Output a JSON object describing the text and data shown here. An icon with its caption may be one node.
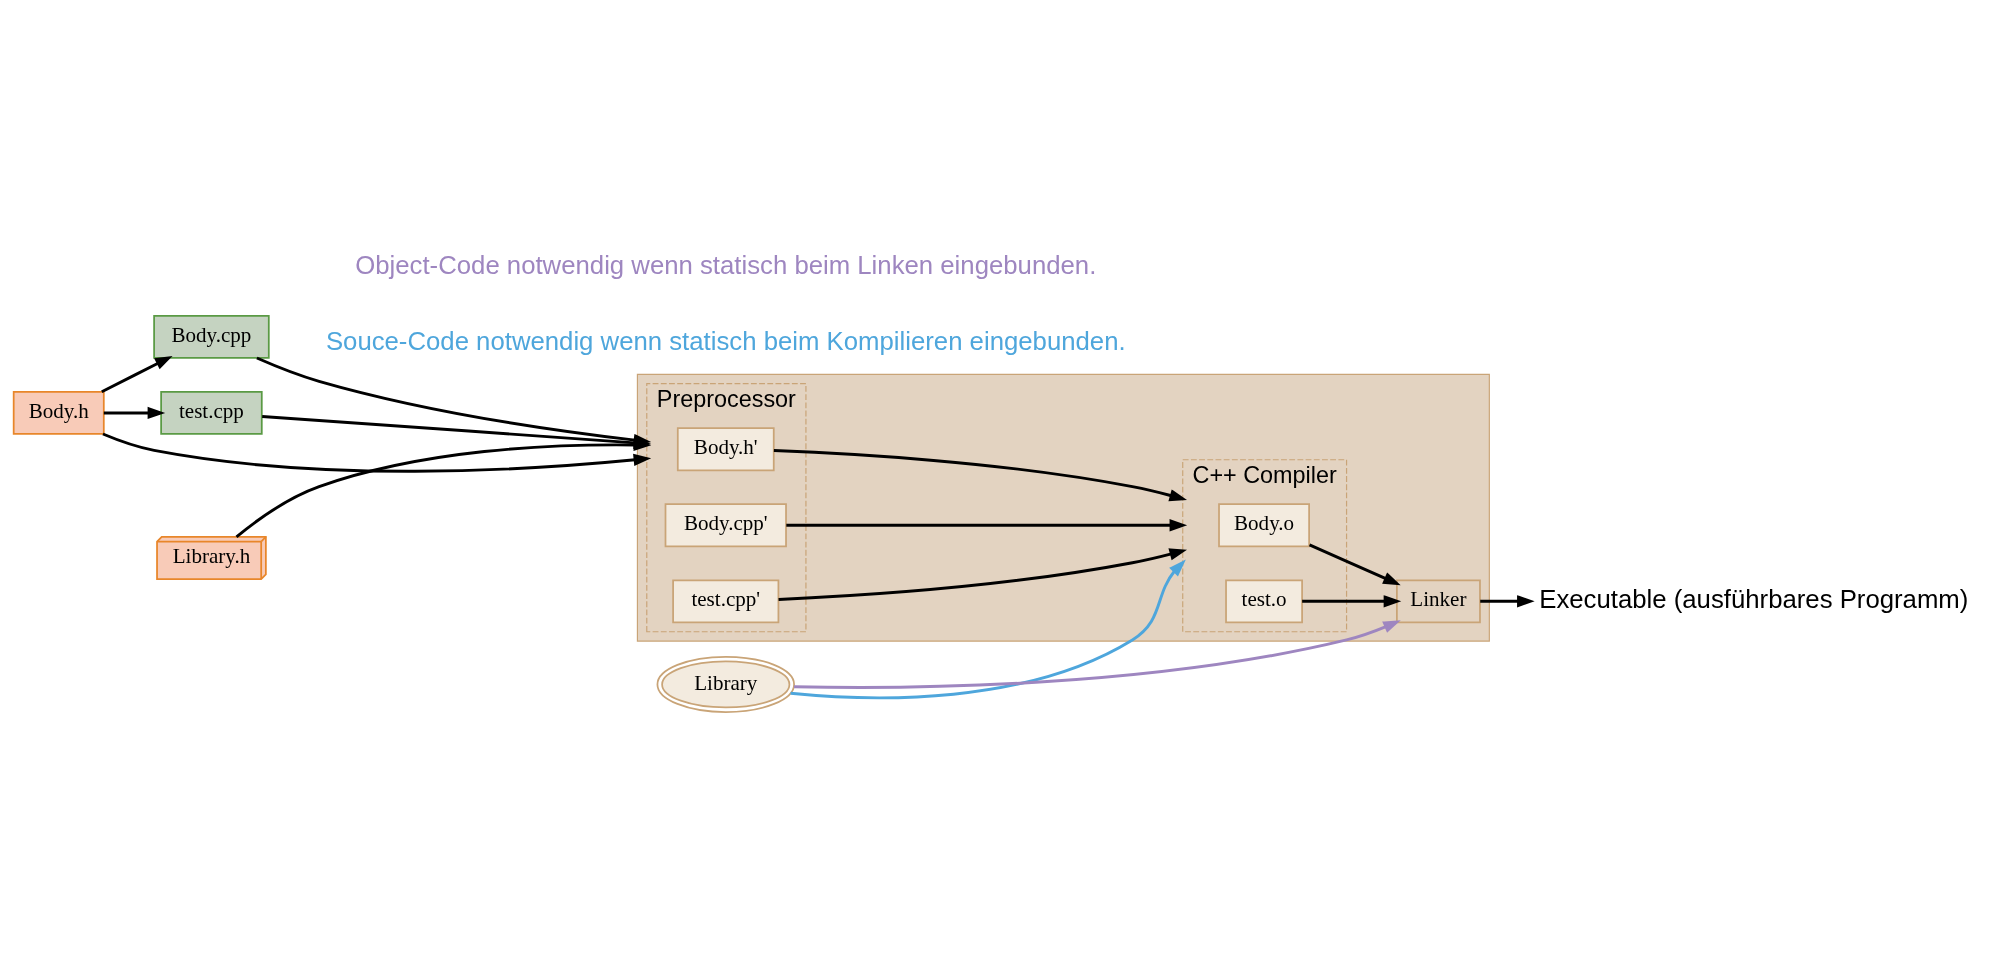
{
  "diagram": {
    "nodes": [
      {
        "text": [
          "Body.h"
        ]
      },
      {
        "text": [
          "Body.cpp"
        ]
      },
      {
        "text": [
          "test.cpp"
        ]
      },
      {
        "text": [],
        "shape": "box"
      },
      {
        "text": [
          "Preprocessor"
        ],
        "in": 3
      },
      {
        "text": [
          "C++ Compiler"
        ],
        "in": 3
      },
      {
        "text": [
          "Linker"
        ],
        "in": 3
      },
      {
        "text": [
          "Body.h'"
        ],
        "in": 4
      },
      {
        "text": [
          "Body.cpp'"
        ],
        "in": 4
      },
      {
        "text": [
          "test.cpp'"
        ],
        "in": 4
      },
      {
        "text": [
          "Body.o"
        ],
        "in": 5
      },
      {
        "text": [
          "test.o"
        ],
        "in": 5
      },
      {
        "text": [
          "Executable (ausführbares Programm)"
        ]
      },
      {
        "text": [
          "Library.h"
        ]
      },
      {
        "text": [
          "Library"
        ]
      }
    ],
    "edges": [
      {
        "from": 0,
        "to": 1,
        "arrow": "to"
      },
      {
        "from": 0,
        "to": 2,
        "arrow": "to"
      },
      {
        "from": 0,
        "to": 4,
        "arrow": "to"
      },
      {
        "from": 1,
        "to": 4,
        "arrow": "to"
      },
      {
        "from": 2,
        "to": 4,
        "arrow": "to"
      },
      {
        "from": 13,
        "to": 4,
        "arrow": "to"
      },
      {
        "from": 7,
        "to": 5,
        "arrow": "to"
      },
      {
        "from": 8,
        "to": 5,
        "arrow": "to"
      },
      {
        "from": 9,
        "to": 5,
        "arrow": "to"
      },
      {
        "from": 10,
        "to": 6,
        "arrow": "to"
      },
      {
        "from": 11,
        "to": 6,
        "arrow": "to"
      },
      {
        "from": 6,
        "to": 12,
        "arrow": "to"
      },
      {
        "from": 14,
        "to": 5,
        "arrow": "to",
        "color": "#4ea6dc"
      },
      {
        "from": 14,
        "to": 6,
        "arrow": "to",
        "color": "#9e86c0"
      }
    ],
    "labels": [
      "Souce-Code notwendig wenn statisch beim Kompilieren eingebunden.",
      "Object-Code notwendig wenn statisch beim Linken eingebunden."
    ]
  }
}
